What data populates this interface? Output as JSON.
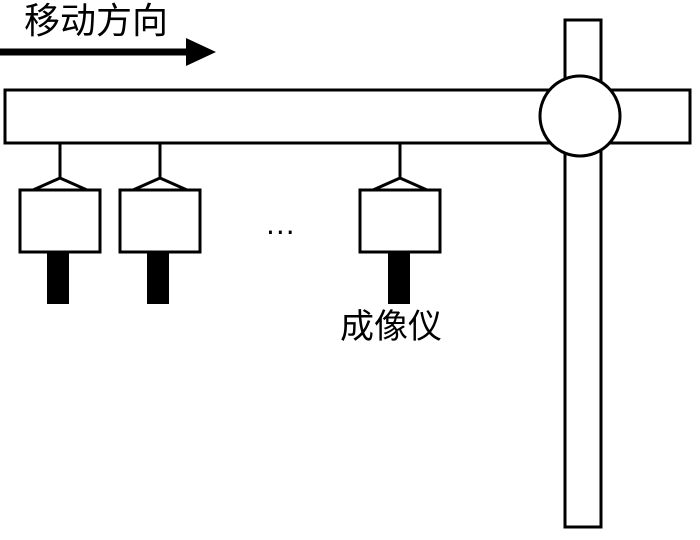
{
  "diagram": {
    "direction_label": "移动方向",
    "device_label": "成像仪",
    "ellipsis": "...",
    "imager_count_shown": 3,
    "colors": {
      "line": "#000000",
      "fill": "#ffffff",
      "lens": "#000000"
    }
  }
}
